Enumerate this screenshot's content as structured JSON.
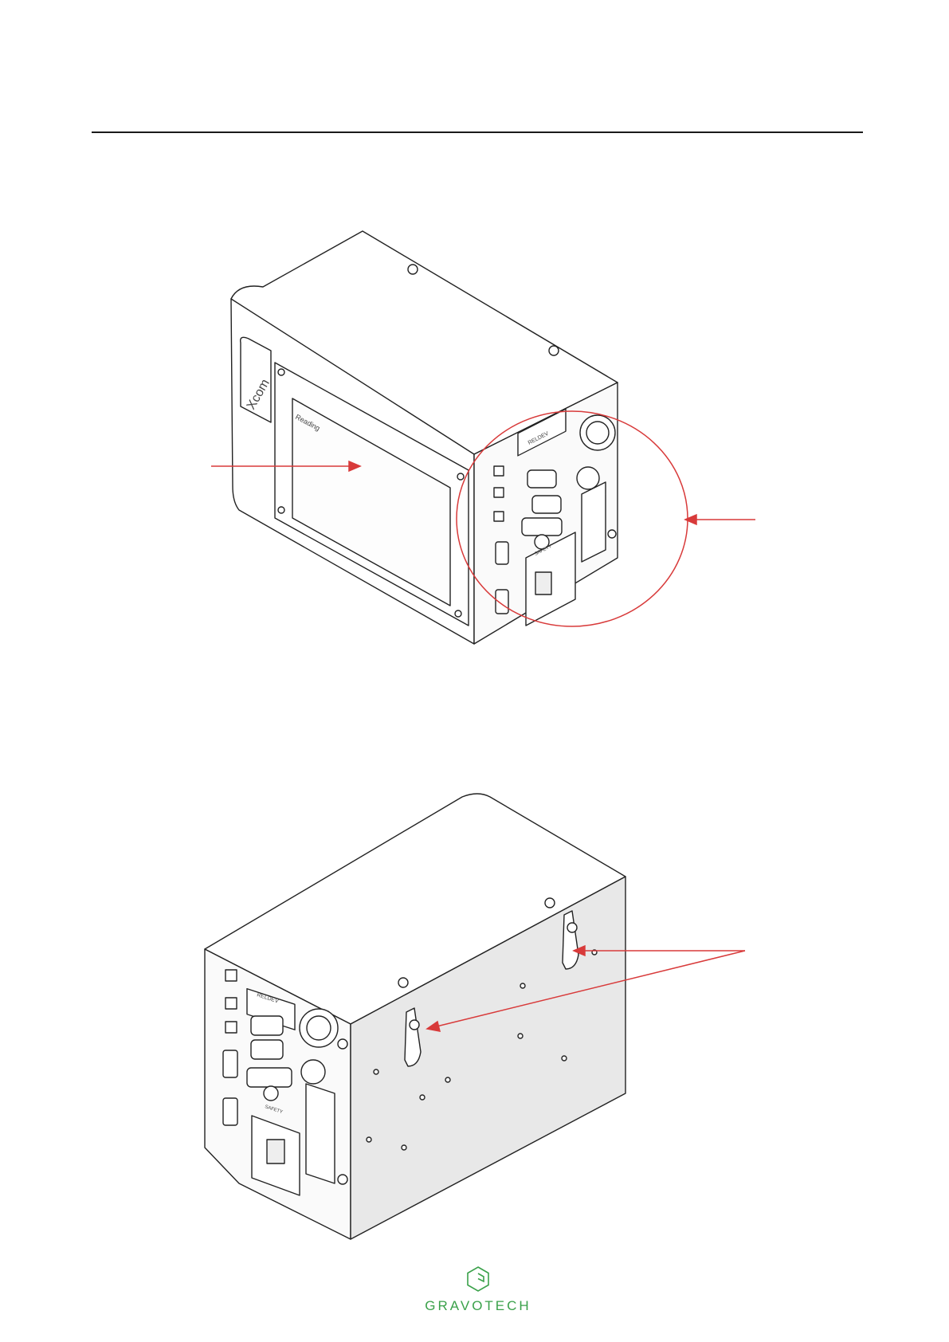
{
  "figure1": {
    "screen_text": "Xcom",
    "screen_caption": "Reading",
    "rear_label": "RELDEV",
    "port_label": "SAFETY"
  },
  "figure2": {
    "rear_label": "RELDEV",
    "port_label": "SAFETY"
  },
  "footer": {
    "brand": "GRAVOTECH",
    "logo_icon": "gravotech-hexagon-icon"
  },
  "colors": {
    "annotation": "#d83a3a",
    "brand": "#3aa14a",
    "line": "#1a1a1a"
  }
}
